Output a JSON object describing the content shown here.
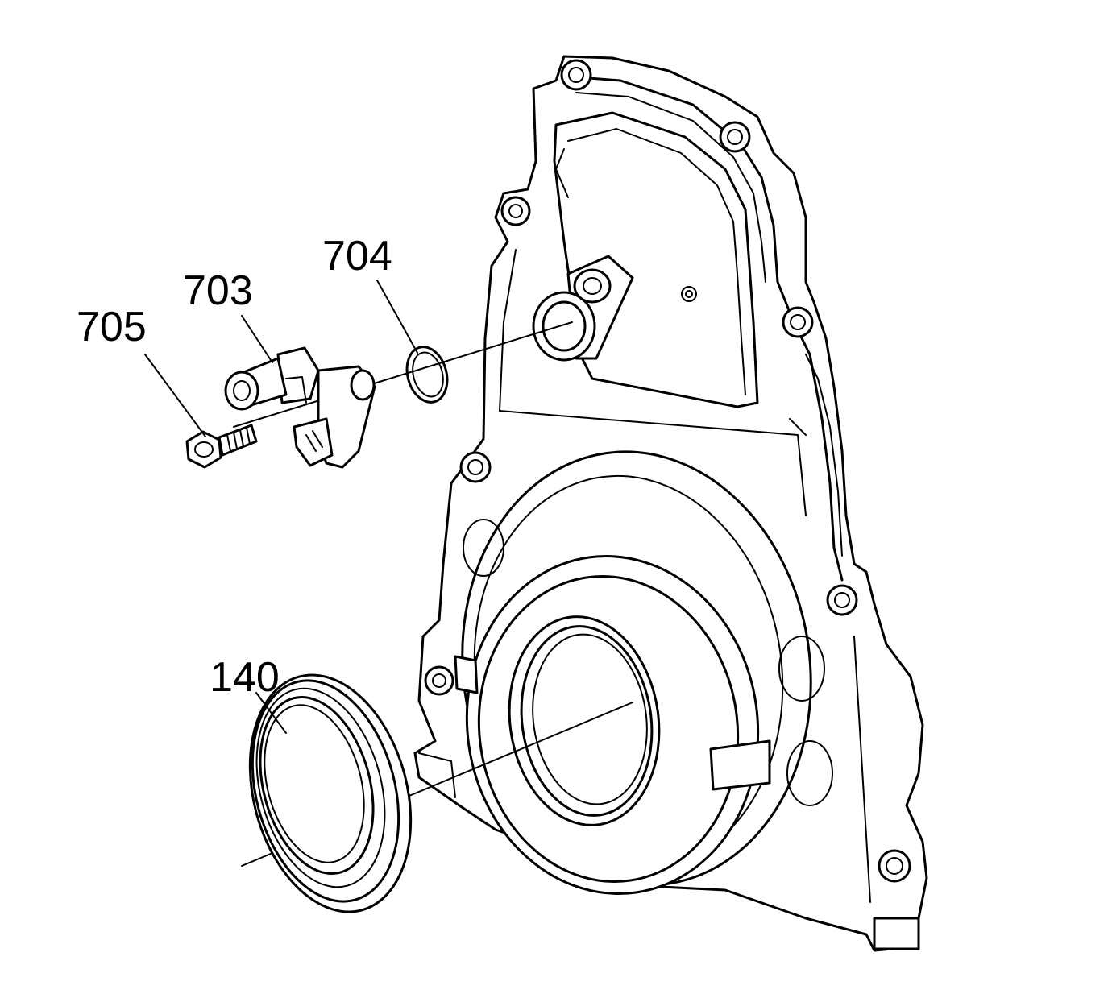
{
  "callouts": {
    "c705": "705",
    "c703": "703",
    "c704": "704",
    "c140": "140"
  }
}
